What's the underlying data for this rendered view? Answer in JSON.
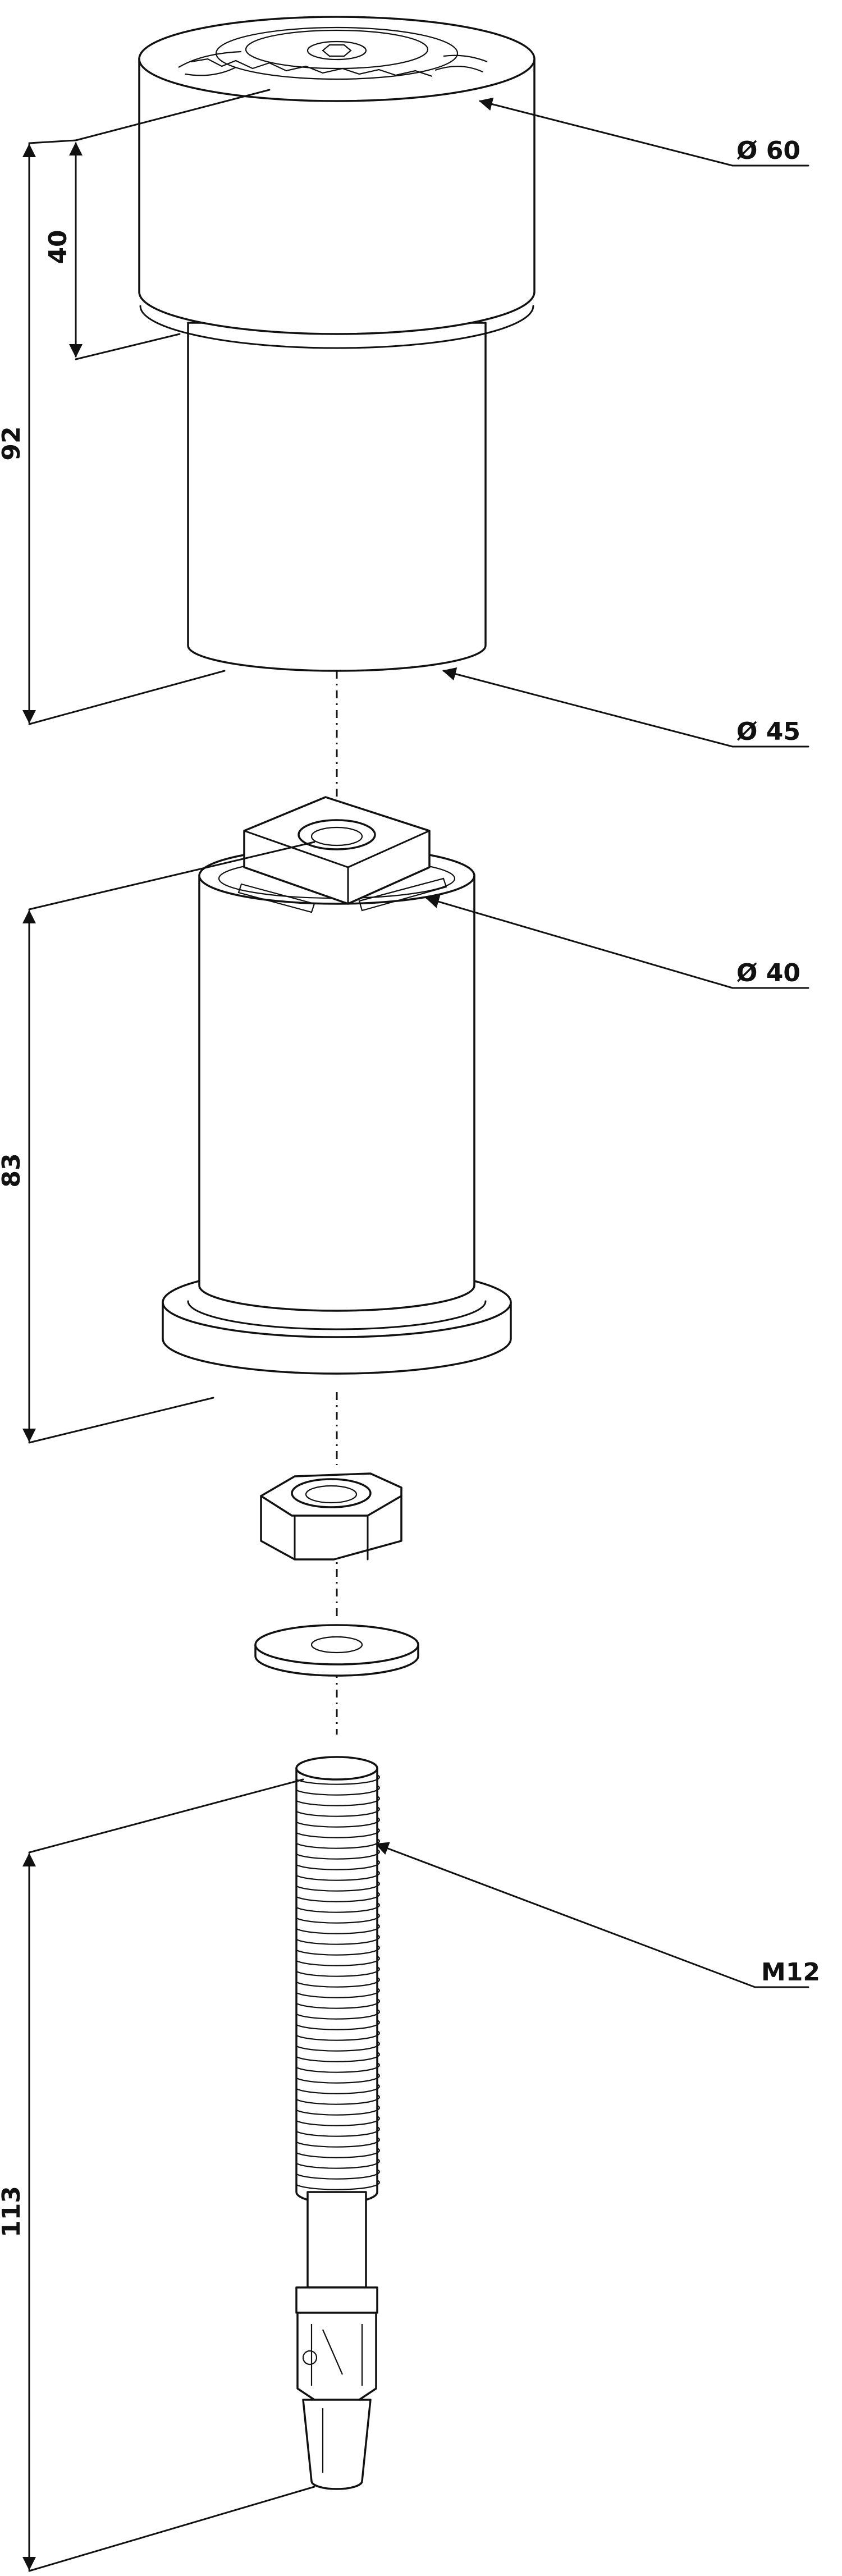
{
  "dimensions": {
    "diameter_top": "Ø 60",
    "diameter_sleeve": "Ø 45",
    "diameter_insert": "Ø 40",
    "thread": "M12",
    "height_cap": "40",
    "height_top_assembly": "92",
    "height_insert": "83",
    "length_bolt": "113"
  },
  "parts": [
    "cap-with-sleeve",
    "insert",
    "hex-nut",
    "washer",
    "anchor-bolt"
  ]
}
